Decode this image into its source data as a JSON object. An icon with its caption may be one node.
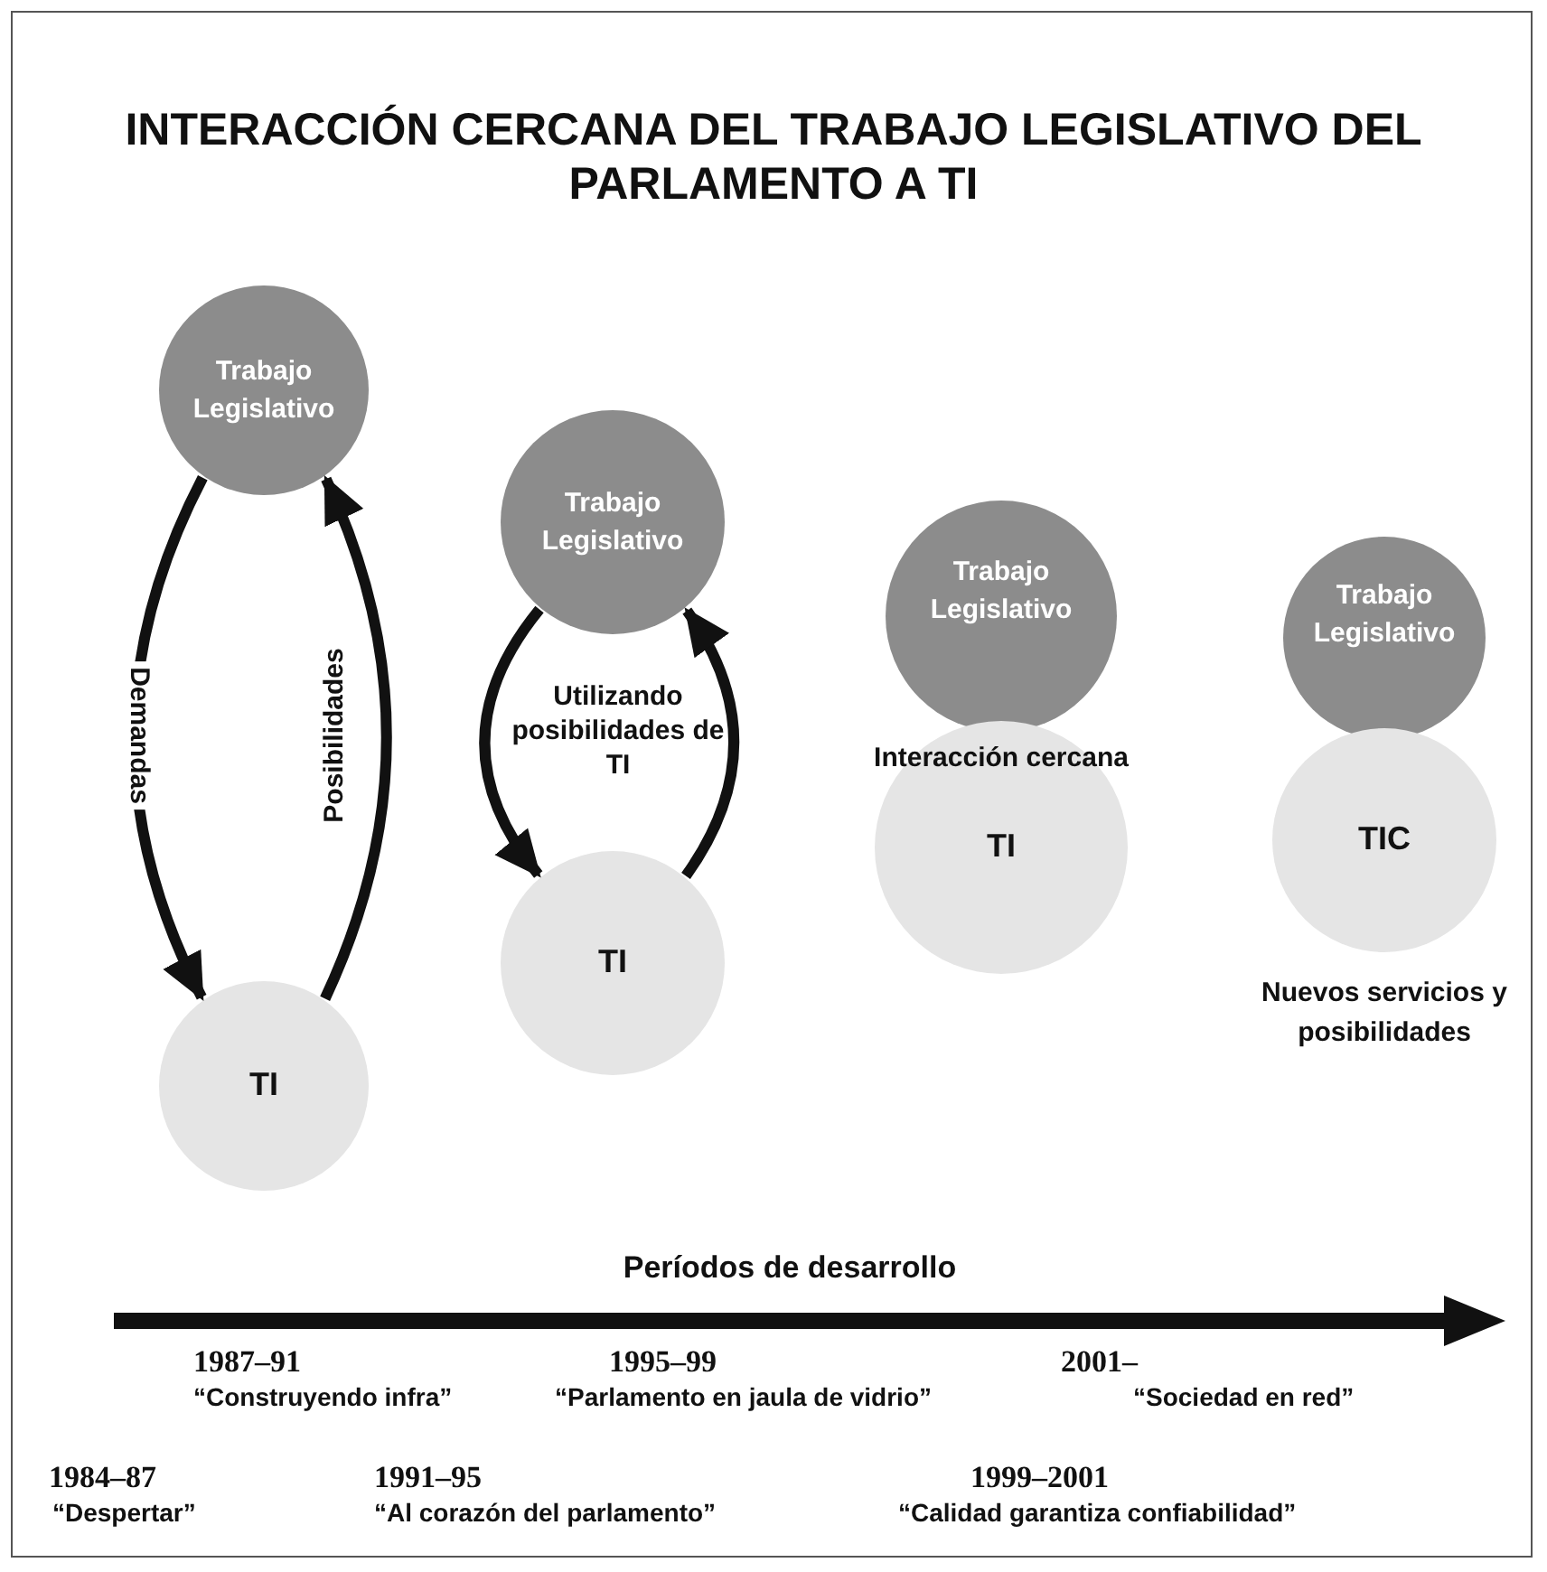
{
  "diagram": {
    "title": "INTERACCIÓN CERCANA DEL TRABAJO LEGISLATIVO DEL PARLAMENTO A TI",
    "nodes": [
      {
        "text": [
          "Trabajo Legislativo"
        ]
      },
      {
        "text": [
          "TI"
        ]
      },
      {
        "text": [
          "Trabajo Legislativo"
        ]
      },
      {
        "text": [
          "TI"
        ]
      },
      {
        "text": [
          "Trabajo Legislativo"
        ]
      },
      {
        "text": [
          "TI"
        ]
      },
      {
        "text": [
          "Trabajo Legislativo"
        ]
      },
      {
        "text": [
          "TIC"
        ],
        "beside": [
          "Nuevos servicios y posibilidades"
        ]
      }
    ],
    "edges": [
      {
        "from": 0,
        "to": 1,
        "arrow": "to",
        "label": "Demandas"
      },
      {
        "from": 1,
        "to": 0,
        "arrow": "to",
        "label": "Posibilidades"
      },
      {
        "from": 2,
        "to": 3,
        "arrow": "to"
      },
      {
        "from": 3,
        "to": 2,
        "arrow": "to"
      }
    ],
    "labels": [
      "Utilizando posibilidades de TI",
      "Interacción cercana",
      "Períodos de desarrollo",
      "1987–91",
      "“Construyendo infra”",
      "1995–99",
      "“Parlamento en jaula de vidrio”",
      "2001–",
      "“Sociedad en red”",
      "1984–87",
      "“Despertar”",
      "1991–95",
      "“Al corazón del parlamento”",
      "1999–2001",
      "“Calidad garantiza confiabilidad”"
    ]
  }
}
